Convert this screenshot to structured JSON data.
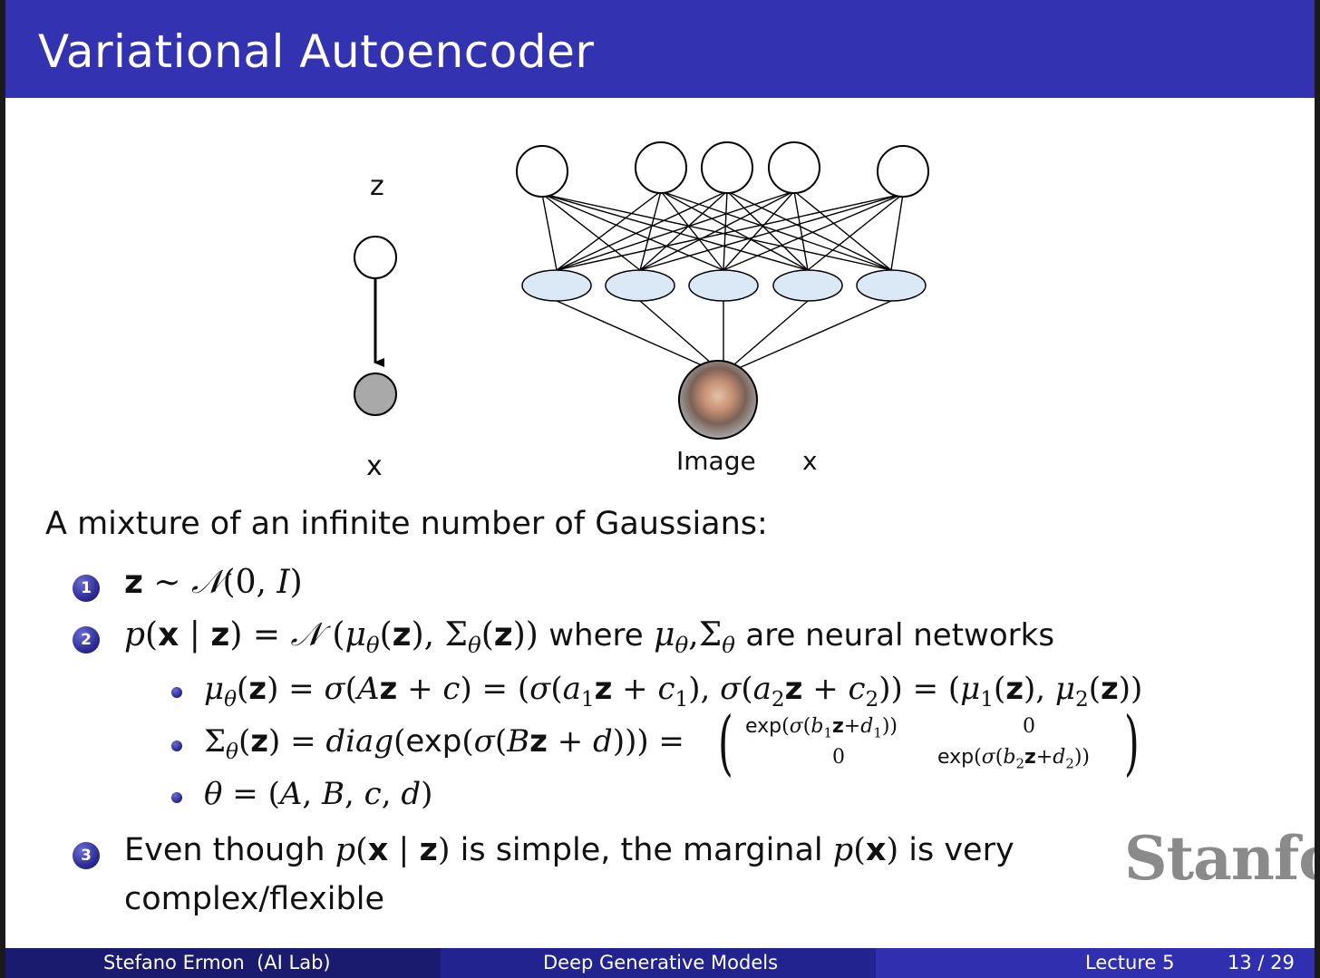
{
  "slide": {
    "title": "Variational Autoencoder"
  },
  "diagram": {
    "z_label": "z",
    "x_label": "x",
    "image_label": "Image",
    "image_x_label": "x",
    "edge_color": "#000000",
    "hidden_node_fill": "#dbe8f5",
    "observed_node_fill": "#a9a9a9"
  },
  "body": {
    "intro": "A mixture of an infinite number of Gaussians:",
    "items": [
      {
        "num": "1",
        "text": "z ∼ 𝒩(0, I)"
      },
      {
        "num": "2",
        "text": "p(x | z) = 𝒩 (μθ(z), Σθ(z)) where μθ,Σθ are neural networks",
        "subitems": [
          "μθ(z) = σ(Az + c) = (σ(a1z + c1), σ(a2z + c2)) = (μ1(z), μ2(z))",
          "Σθ(z) = diag(exp(σ(Bz + d))) = ( exp(σ(b1z+d1)) 0 ; 0 exp(σ(b2z+d2)) )",
          "θ = (A, B, c, d)"
        ]
      },
      {
        "num": "3",
        "text": "Even though p(x | z) is simple, the marginal p(x) is very complex/flexible"
      }
    ],
    "item2_where": "where",
    "item2_tail": "are neural networks",
    "item3_line1_a": "Even though",
    "item3_line1_b": "is simple, the marginal",
    "item3_line1_c": "is very",
    "item3_line2": "complex/flexible",
    "diag_word": "diag",
    "exp_word": "exp"
  },
  "watermark": "Stanfor",
  "footer": {
    "author": "Stefano Ermon  (AI Lab)",
    "course": "Deep Generative Models",
    "lecture": "Lecture 5",
    "page": "13 / 29",
    "colors": {
      "left": "#1a1a6e",
      "middle": "#23238f",
      "right": "#2f2fb0"
    }
  },
  "colors": {
    "title_bar": "#3333b2",
    "bullet": "#3333b2"
  }
}
